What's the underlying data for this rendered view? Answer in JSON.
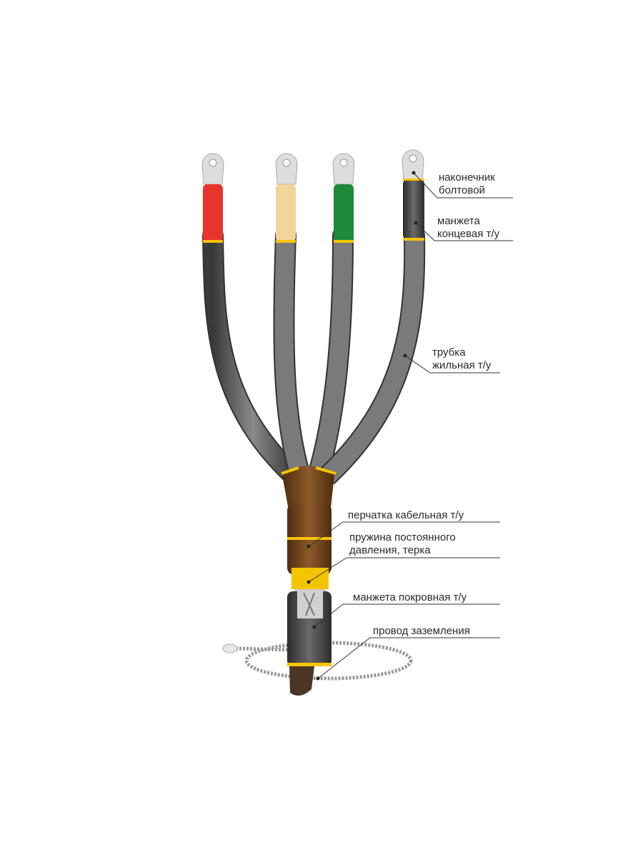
{
  "labels": {
    "lug": [
      "наконечник",
      "болтовой"
    ],
    "end_cuff": [
      "манжета",
      "концевая т/у"
    ],
    "core_tube": [
      "трубка",
      "жильная т/у"
    ],
    "glove": [
      "перчатка кабельная т/у"
    ],
    "spring": [
      "пружина постоянного",
      "давления, терка"
    ],
    "cover_cuff": [
      "манжета покровная т/у"
    ],
    "ground_wire": [
      "провод заземления"
    ]
  },
  "colors": {
    "phase_1": "#e8352b",
    "phase_2": "#f2d59a",
    "phase_3": "#1d8a3a",
    "phase_4": "#4a4a4a",
    "glove": "#7a4a1e",
    "tape": "#f5c400"
  }
}
